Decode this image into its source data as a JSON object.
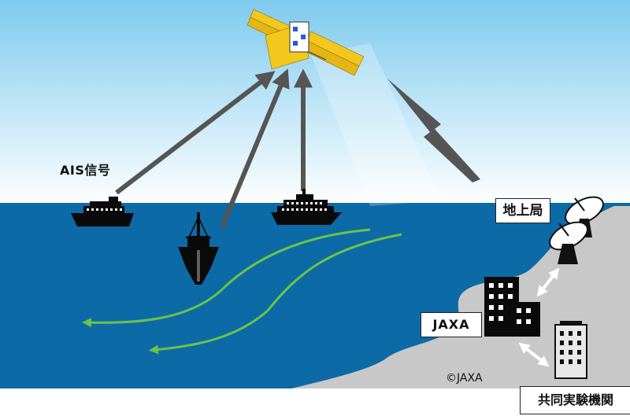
{
  "labels": {
    "ais_signal": "AIS信号",
    "ground_station": "地上局",
    "jaxa": "JAXA",
    "partner_institution": "共同実験機関",
    "copyright": "©JAXA"
  },
  "colors": {
    "sky_top": "#7dcaee",
    "sky_bottom": "#ffffff",
    "sea": "#0c6aa6",
    "land": "#c8c8c8",
    "arrow": "#555555",
    "current": "#6cc24a",
    "solar_panel": "#f2c81e",
    "satellite_body": "#ffffff"
  },
  "icons": [
    "satellite-icon",
    "ship-icon",
    "antenna-dish-icon",
    "building-icon"
  ]
}
